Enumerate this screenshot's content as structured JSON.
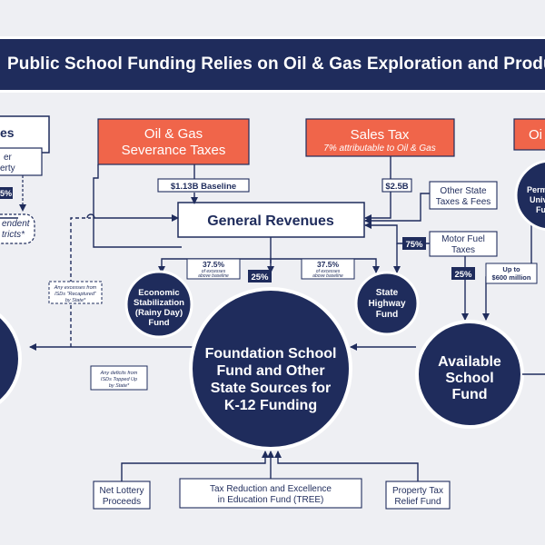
{
  "banner": {
    "title": "Public School Funding Relies on Oil & Gas Exploration and Production"
  },
  "colors": {
    "navy": "#1f2c5c",
    "orange": "#f0654a",
    "background": "#eeeff3",
    "line": "#1f2c5c"
  },
  "left_panel": {
    "title_partial": "es",
    "box_lines": [
      "er",
      "erty"
    ],
    "pct_partial": "5%",
    "pill_lines": [
      "endent",
      "tricts*"
    ]
  },
  "taxes": {
    "oil_gas": [
      "Oil & Gas",
      "Severance Taxes"
    ],
    "sales": {
      "title": "Sales Tax",
      "subtitle": "7% attributable to Oil & Gas"
    },
    "right_partial": "Oi"
  },
  "labels": {
    "baseline": "$1.13B Baseline",
    "sales_amount": "$2.5B",
    "general_revenues": "General Revenues",
    "other_state": [
      "Other State",
      "Taxes & Fees"
    ],
    "motor_fuel": [
      "Motor Fuel",
      "Taxes"
    ],
    "motor_pct": "75%",
    "asf_pct": "25%",
    "cap": [
      "Up to",
      "$600 million"
    ],
    "excess_left": {
      "pct": "37.5%",
      "lines": [
        "of excesses",
        "above baseline"
      ]
    },
    "excess_right": {
      "pct": "37.5%",
      "lines": [
        "of excesses",
        "above baseline"
      ]
    },
    "fsf_pct": "25%",
    "recaptured": [
      "Any excesses from",
      "ISDs \"Recaptured\"",
      "by State*"
    ],
    "deficits": [
      "Any deficits from",
      "ISDs Topped Up",
      "by State*"
    ]
  },
  "circles": {
    "esf": [
      "Economic",
      "Stabilization",
      "(Rainy Day)",
      "Fund"
    ],
    "highway": [
      "State",
      "Highway",
      "Fund"
    ],
    "foundation": [
      "Foundation School",
      "Fund and Other",
      "State Sources for",
      "K-12 Funding"
    ],
    "asf": [
      "Available",
      "School",
      "Fund"
    ],
    "perm_partial": [
      "Perm",
      "Univ",
      "Fu"
    ]
  },
  "bottom_sources": {
    "lottery": [
      "Net Lottery",
      "Proceeds"
    ],
    "tree": [
      "Tax Reduction and Excellence",
      "in Education Fund (TREE)"
    ],
    "property": [
      "Property Tax",
      "Relief Fund"
    ]
  }
}
